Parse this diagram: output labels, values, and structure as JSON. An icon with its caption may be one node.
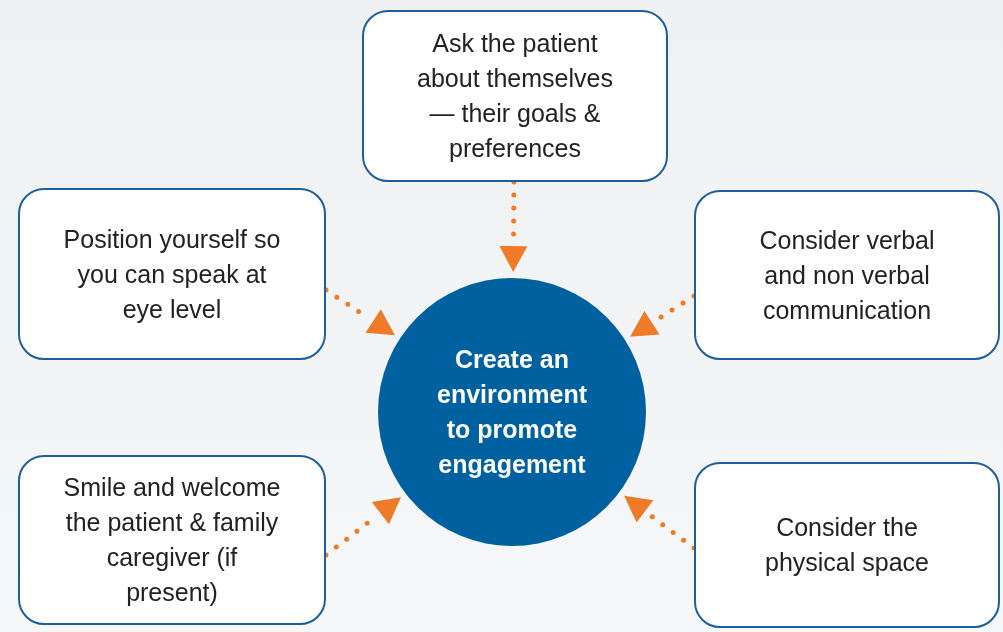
{
  "diagram": {
    "nodes": [
      {
        "text": [
          "Ask the patient about themselves — their goals & preferences"
        ]
      },
      {
        "text": [
          "Position yourself so you can speak at eye level"
        ]
      },
      {
        "text": [
          "Consider verbal and non verbal communication"
        ]
      },
      {
        "text": [
          "Create an environment to promote engagement"
        ]
      },
      {
        "text": [
          "Smile and welcome the patient & family caregiver (if present)"
        ]
      },
      {
        "text": [
          "Consider the physical space"
        ]
      }
    ],
    "edges": [
      {
        "from": 0,
        "to": 3,
        "arrow": "to"
      },
      {
        "from": 1,
        "to": 3,
        "arrow": "to"
      },
      {
        "from": 2,
        "to": 3,
        "arrow": "to"
      },
      {
        "from": 4,
        "to": 3,
        "arrow": "to"
      },
      {
        "from": 5,
        "to": 3,
        "arrow": "to"
      }
    ]
  }
}
